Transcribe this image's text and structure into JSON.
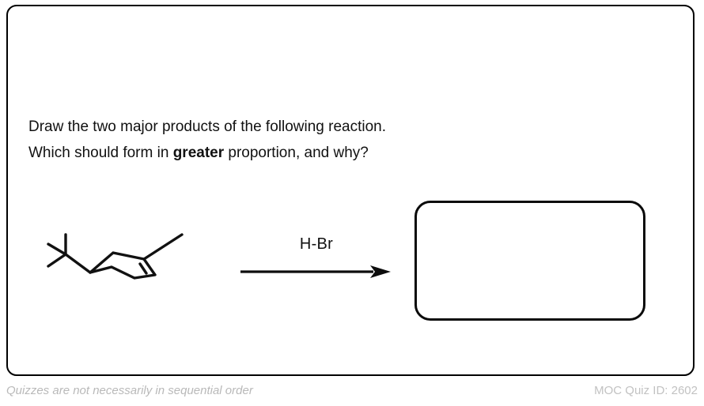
{
  "card": {
    "border_color": "#000000"
  },
  "prompt": {
    "line1": "Draw the two major products of the following reaction.",
    "line2_before": "Which should form in ",
    "line2_emphasis": "greater",
    "line2_after": " proportion, and why?"
  },
  "reaction": {
    "condition_label": "H-Br",
    "arrow_name": "reaction-arrow",
    "starting_material": {
      "name": "4-tert-butyl-1-methylcyclohexene",
      "description": "cyclohexene ring drawn in chair-like perspective bearing a tert-butyl group at left and a methyl group at the upper right, with the C=C double bond on the right side of the ring",
      "skeleton_color": "#111111"
    },
    "answer_box": {
      "label": "",
      "placeholder": "",
      "border_color": "#0a0a0a"
    }
  },
  "footer": {
    "note": "Quizzes are not necessarily in sequential order",
    "quiz_id": "MOC Quiz ID: 2602",
    "text_color": "#bdbdbd"
  }
}
